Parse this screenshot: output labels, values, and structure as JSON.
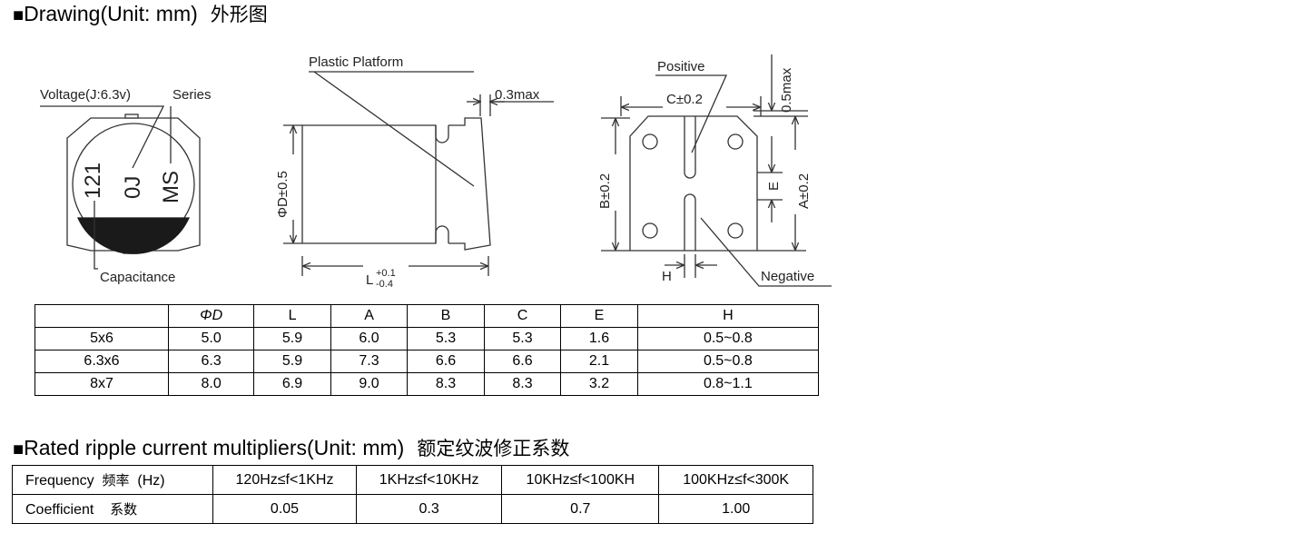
{
  "drawing_section": {
    "square": "■",
    "title": "Drawing(Unit: mm)",
    "title_cn": "外形图"
  },
  "figure_labels": {
    "voltage": "Voltage(J:6.3v)",
    "series": "Series",
    "capacitance": "Capacitance",
    "cap_code": "121",
    "volt_code": "0J",
    "series_code": "MS",
    "plastic_platform": "Plastic Platform",
    "max_03": "0.3max",
    "phi_d": "ΦD±0.5",
    "l_base": "L",
    "l_plus": "+0.1",
    "l_minus": "-0.4",
    "positive": "Positive",
    "c_dim": "C±0.2",
    "max_05": "0.5max",
    "b_dim": "B±0.2",
    "a_dim": "A±0.2",
    "e_dim": "E",
    "h_dim": "H",
    "negative": "Negative"
  },
  "dimension_table": {
    "headers": [
      "",
      "ΦD",
      "L",
      "A",
      "B",
      "C",
      "E",
      "H"
    ],
    "rows": [
      [
        "5x6",
        "5.0",
        "5.9",
        "6.0",
        "5.3",
        "5.3",
        "1.6",
        "0.5~0.8"
      ],
      [
        "6.3x6",
        "6.3",
        "5.9",
        "7.3",
        "6.6",
        "6.6",
        "2.1",
        "0.5~0.8"
      ],
      [
        "8x7",
        "8.0",
        "6.9",
        "9.0",
        "8.3",
        "8.3",
        "3.2",
        "0.8~1.1"
      ]
    ]
  },
  "ripple_section": {
    "square": "■",
    "title": "Rated ripple current multipliers(Unit: mm)",
    "title_cn": "额定纹波修正系数"
  },
  "ripple_table": {
    "freq_label": "Frequency",
    "freq_cn": "频率",
    "freq_unit": "(Hz)",
    "freq_values": [
      "120Hz≤f<1KHz",
      "1KHz≤f<10KHz",
      "10KHz≤f<100KH",
      "100KHz≤f<300K"
    ],
    "coef_label": "Coefficient",
    "coef_cn": "系数",
    "coef_values": [
      "0.05",
      "0.3",
      "0.7",
      "1.00"
    ]
  }
}
